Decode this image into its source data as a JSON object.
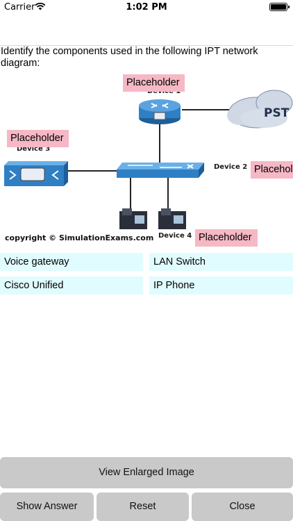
{
  "status_bar": {
    "carrier": "Carrier",
    "time": "1:02 PM"
  },
  "question": {
    "text": "Identify the components used in the following IPT network diagram:"
  },
  "diagram": {
    "device_labels": {
      "device1": "Device 1",
      "device2": "Device 2",
      "device3": "Device 3",
      "device4": "Device 4"
    },
    "cloud_label": "PST",
    "copyright": "copyright © SimulationExams.com"
  },
  "drop_zones": [
    {
      "placeholder": "Placeholder"
    },
    {
      "placeholder": "Placeholder"
    },
    {
      "placeholder": "Placeholder"
    },
    {
      "placeholder": "Placeholder"
    }
  ],
  "answers": [
    "Voice gateway",
    "LAN Switch",
    "Cisco Unified",
    "IP Phone"
  ],
  "buttons": {
    "view_enlarged": "View Enlarged Image",
    "show_answer": "Show Answer",
    "reset": "Reset",
    "close": "Close"
  },
  "colors": {
    "placeholder_bg": "#f5b8c4",
    "answer_bg": "#e1fcff",
    "button_bg": "#c9c9c9",
    "device_blue": "#2f7fc4"
  }
}
